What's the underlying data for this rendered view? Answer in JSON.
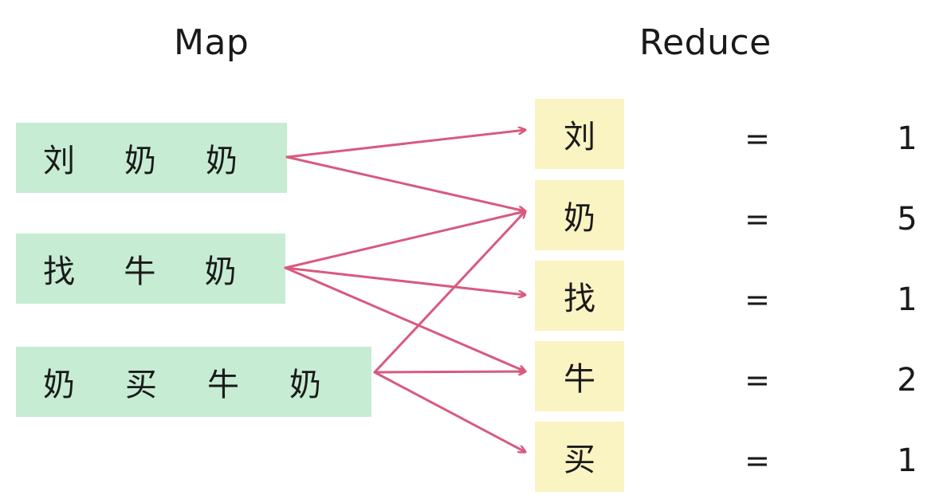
{
  "headers": {
    "map": "Map",
    "reduce": "Reduce"
  },
  "map_rows": [
    {
      "tokens": [
        "刘",
        "奶",
        "奶"
      ]
    },
    {
      "tokens": [
        "找",
        "牛",
        "奶"
      ]
    },
    {
      "tokens": [
        "奶",
        "买",
        "牛",
        "奶"
      ]
    }
  ],
  "reduce_rows": [
    {
      "key": "刘",
      "eq": "=",
      "count": "1"
    },
    {
      "key": "奶",
      "eq": "=",
      "count": "5"
    },
    {
      "key": "找",
      "eq": "=",
      "count": "1"
    },
    {
      "key": "牛",
      "eq": "=",
      "count": "2"
    },
    {
      "key": "买",
      "eq": "=",
      "count": "1"
    }
  ],
  "connections": [
    {
      "from_row": 0,
      "to_key": 0
    },
    {
      "from_row": 0,
      "to_key": 1
    },
    {
      "from_row": 1,
      "to_key": 1
    },
    {
      "from_row": 1,
      "to_key": 2
    },
    {
      "from_row": 1,
      "to_key": 3
    },
    {
      "from_row": 2,
      "to_key": 1
    },
    {
      "from_row": 2,
      "to_key": 3
    },
    {
      "from_row": 2,
      "to_key": 4
    }
  ],
  "colors": {
    "arrow": "#d85a7f",
    "map_fill": "#c6ecd3",
    "reduce_fill": "#faf3c2",
    "text": "#1a1a1a"
  }
}
